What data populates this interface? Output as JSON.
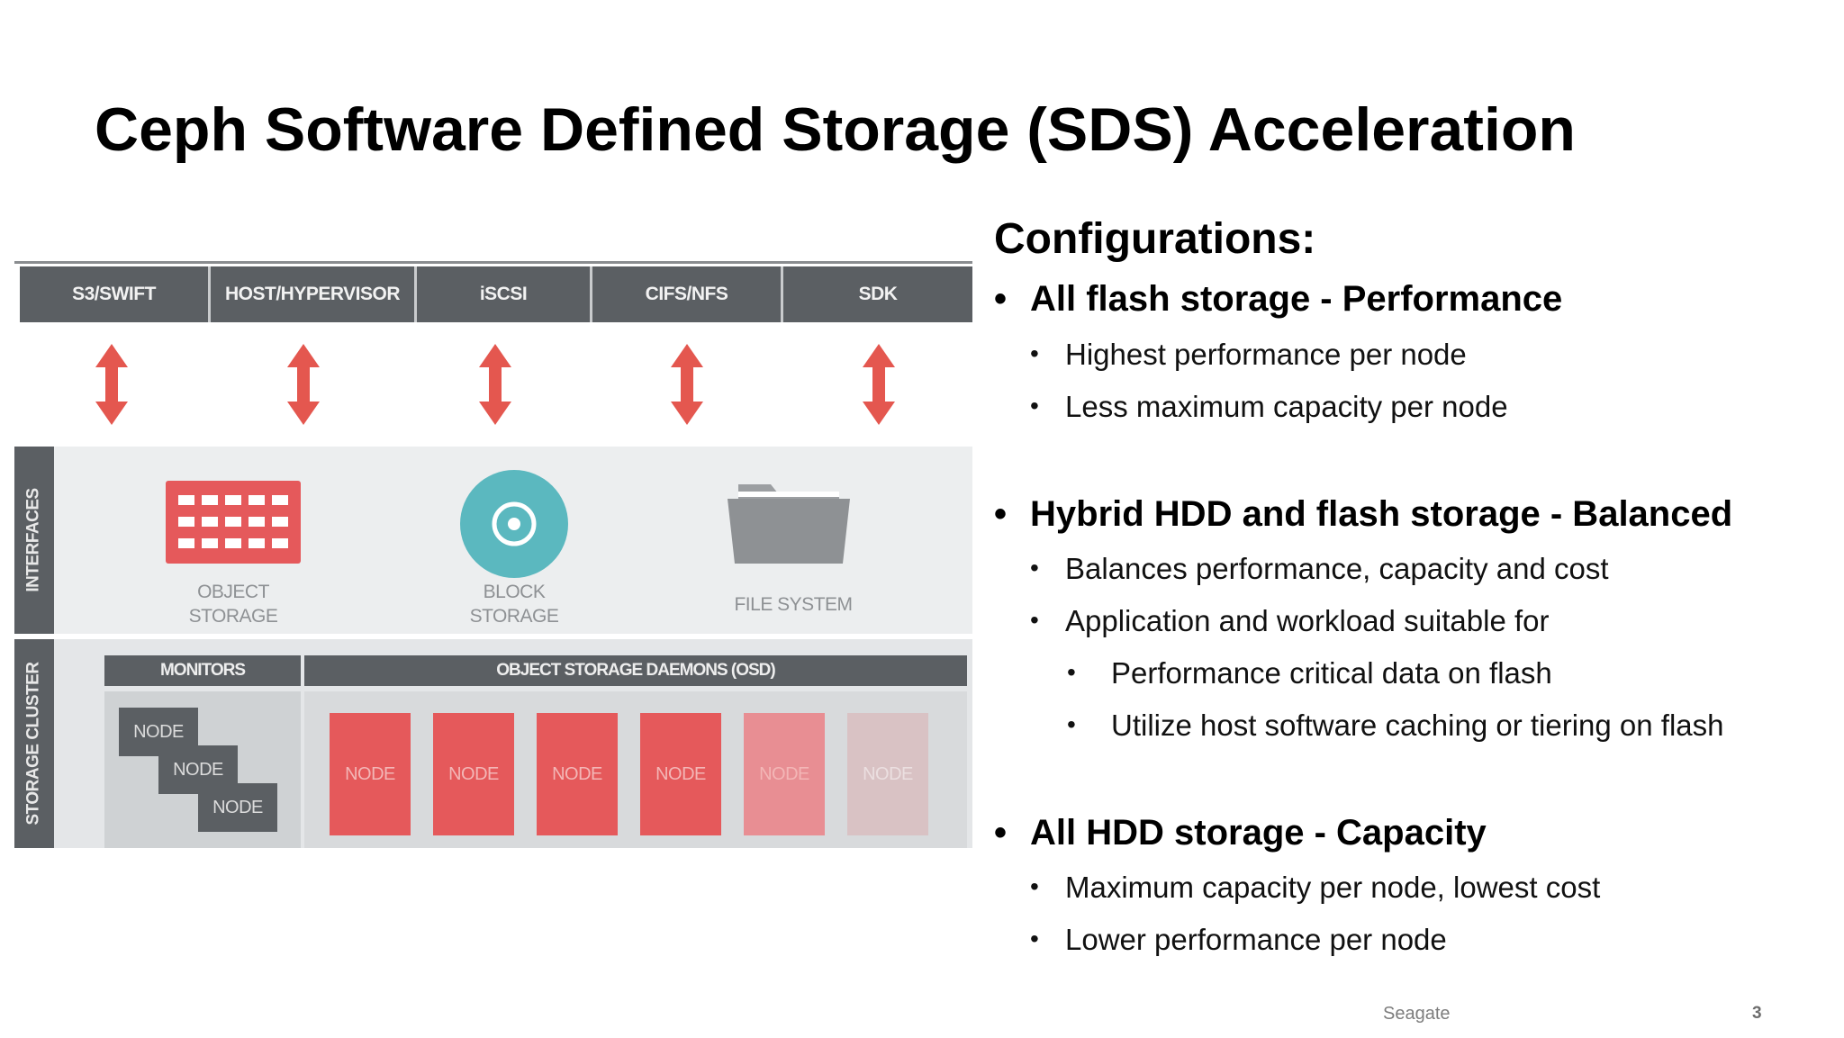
{
  "slide": {
    "title": "Ceph Software Defined Storage (SDS) Acceleration",
    "footer_brand": "Seagate",
    "page_number": "3"
  },
  "diagram": {
    "protocols": [
      "S3/SWIFT",
      "HOST/HYPERVISOR",
      "iSCSI",
      "CIFS/NFS",
      "SDK"
    ],
    "interfaces_label": "INTERFACES",
    "cluster_label": "STORAGE CLUSTER",
    "interfaces": [
      {
        "line1": "OBJECT",
        "line2": "STORAGE",
        "icon": "object-storage-grid-icon"
      },
      {
        "line1": "BLOCK",
        "line2": "STORAGE",
        "icon": "block-storage-disk-icon"
      },
      {
        "line1": "FILE SYSTEM",
        "line2": "",
        "icon": "folder-icon"
      }
    ],
    "monitors_label": "MONITORS",
    "osd_label": "OBJECT STORAGE DAEMONS (OSD)",
    "monitor_nodes": [
      "NODE",
      "NODE",
      "NODE"
    ],
    "osd_nodes": [
      "NODE",
      "NODE",
      "NODE",
      "NODE",
      "NODE",
      "NODE"
    ],
    "colors": {
      "dark_gray": "#5b5f63",
      "arrow_red": "#e4574f",
      "node_red": "#e5595b",
      "node_pink": "#e88e93",
      "node_faint": "#d9c2c4",
      "teal": "#5bb8bf"
    }
  },
  "config": {
    "heading": "Configurations:",
    "sections": [
      {
        "title": "All flash storage - Performance",
        "items": [
          "Highest performance per node",
          "Less maximum capacity per node"
        ]
      },
      {
        "title": "Hybrid HDD and flash storage - Balanced",
        "items": [
          "Balances performance, capacity and cost",
          "Application and workload suitable for"
        ],
        "subitems": [
          "Performance critical data on flash",
          "Utilize host software caching or tiering on flash"
        ]
      },
      {
        "title": "All HDD storage - Capacity",
        "items": [
          "Maximum capacity per node, lowest cost",
          "Lower performance per node"
        ]
      }
    ]
  }
}
